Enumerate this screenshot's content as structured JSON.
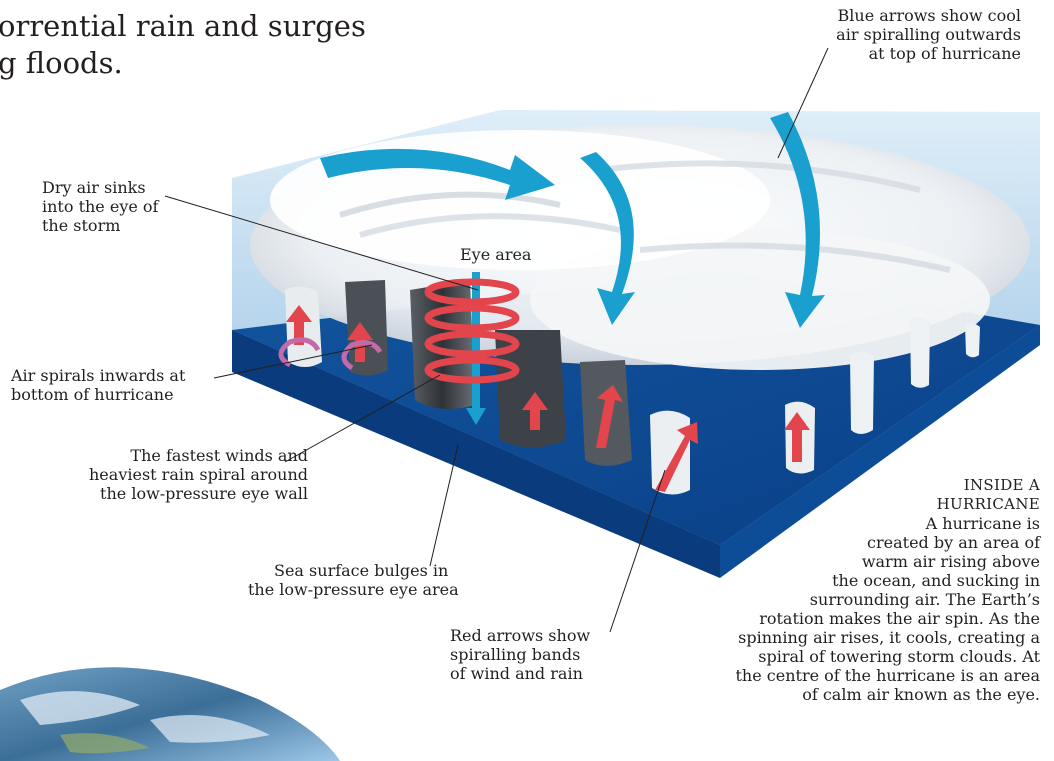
{
  "intro": {
    "line1": "orrential rain and surges",
    "line2": "g floods."
  },
  "labels": {
    "blue_arrows": [
      "Blue arrows show cool",
      "air spiralling outwards",
      "at top of hurricane"
    ],
    "dry_air": [
      "Dry air sinks",
      "into the eye of",
      "the storm"
    ],
    "eye_area": "Eye area",
    "air_spirals": [
      "Air spirals inwards at",
      "bottom of hurricane"
    ],
    "fastest_winds": [
      "The fastest winds and",
      "heaviest rain spiral around",
      "the low-pressure eye wall"
    ],
    "sea_surface": [
      "Sea surface bulges in",
      "the low-pressure eye area"
    ],
    "red_arrows": [
      "Red arrows show",
      "spiralling bands",
      "of wind and rain"
    ]
  },
  "caption": {
    "title": [
      "INSIDE A",
      "HURRICANE"
    ],
    "body": [
      "A hurricane is",
      "created by an area of",
      "warm air rising above",
      "the ocean, and sucking in",
      "surrounding air. The Earth’s",
      "rotation makes the air spin. As the",
      "spinning air rises, it cools, creating a",
      "spiral of towering storm clouds. At",
      "the centre of the hurricane is an area",
      "of calm air known as the eye."
    ]
  },
  "colors": {
    "ocean_deep": "#0b4f9e",
    "ocean_mid": "#1f6cc0",
    "air_box": "#cfe4f3",
    "cloud": "#f4f6f8",
    "cloud_shadow": "#8a9099",
    "blue_arrow": "#1aa0cf",
    "red_arrow": "#e2454b",
    "text": "#231f20"
  }
}
